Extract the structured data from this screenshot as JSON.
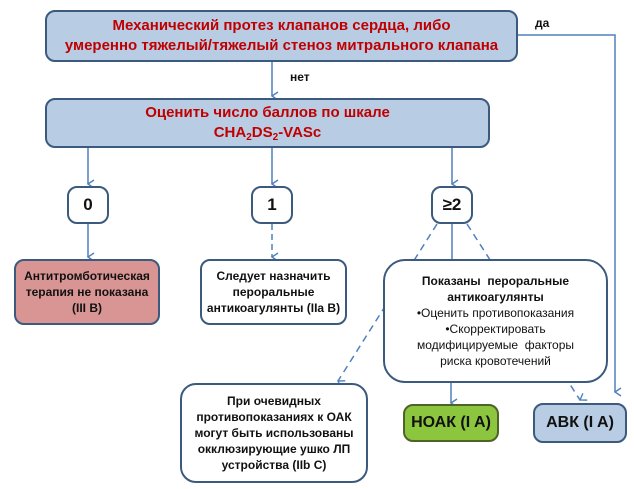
{
  "diagram": {
    "top_box": {
      "line1": "Механический протез клапанов сердца, либо",
      "line2": "умеренно тяжелый/тяжелый стеноз митрального клапана"
    },
    "edge_labels": {
      "yes": "да",
      "no": "нет"
    },
    "score_box": {
      "line1": "Оценить число баллов по шкале",
      "score_name_parts": [
        "CHA",
        "2",
        "DS",
        "2",
        "-VASc"
      ]
    },
    "score_options": [
      "0",
      "1",
      "≥2"
    ],
    "result_0": {
      "lines": [
        "Антитромботическая",
        "терапия не показана",
        "(III B)"
      ]
    },
    "result_1": {
      "lines": [
        "Следует назначить",
        "пероральные",
        "антикоагулянты (IIa B)"
      ]
    },
    "result_2": {
      "title_lines": [
        "Показаны  пероральные",
        "антикоагулянты"
      ],
      "bullets": [
        "•Оценить противопоказания",
        "•Скорректировать"
      ],
      "tail_lines": [
        "модифицируемые  факторы",
        "риска кровотечений"
      ]
    },
    "laa_box": {
      "lines": [
        "При очевидных",
        "противопоказаниях к ОАК",
        "могут быть использованы",
        "окклюзирующие ушко ЛП",
        "устройства (IIb C)"
      ]
    },
    "noac_box": {
      "label": "НОАК (I A)"
    },
    "vka_box": {
      "label": "АВК (I A)"
    },
    "colors": {
      "line": "#4f81bd",
      "border": "#3b5a7e",
      "blue_fill": "#b8cce4",
      "red_fill": "#d99594",
      "green_fill": "#8cc63e",
      "header_text": "#c00000"
    }
  }
}
